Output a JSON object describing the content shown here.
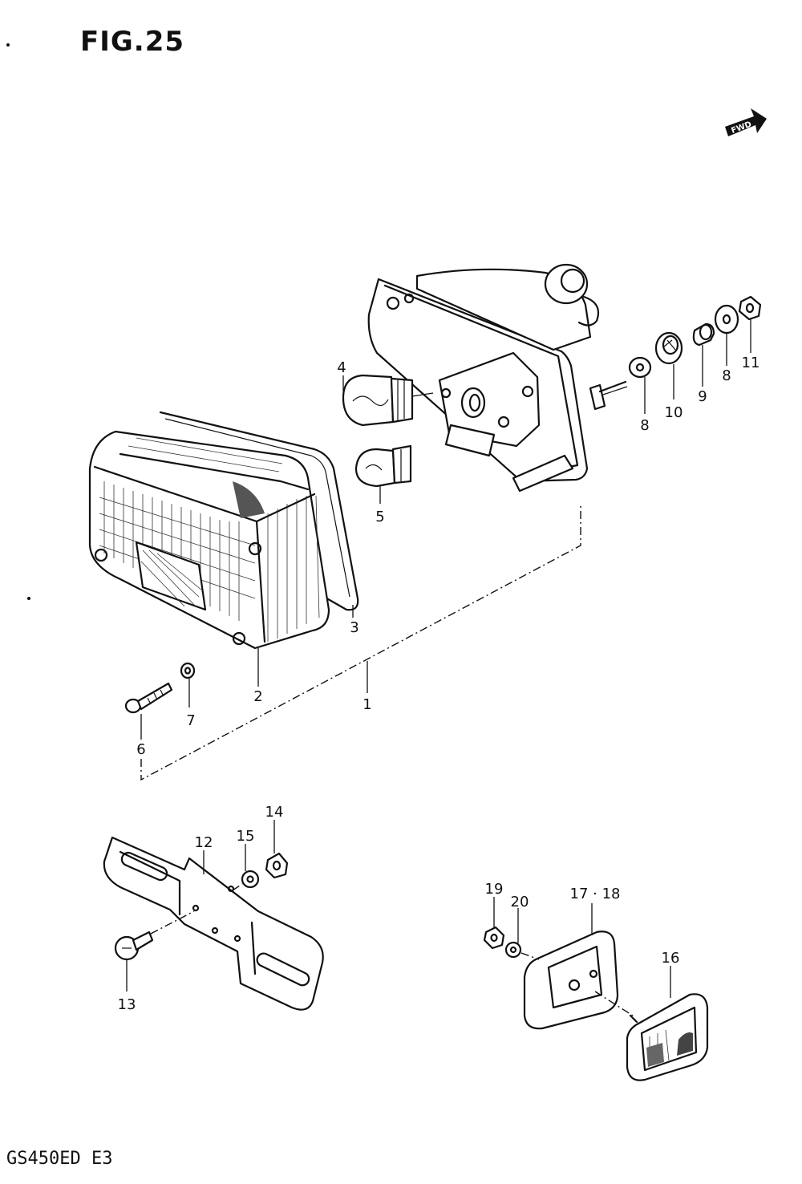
{
  "figure": {
    "title": "FIG.25",
    "model_code": "GS450ED  E3",
    "direction_badge": "FWD"
  },
  "callouts": [
    {
      "id": "c1",
      "label": "1"
    },
    {
      "id": "c2",
      "label": "2"
    },
    {
      "id": "c3",
      "label": "3"
    },
    {
      "id": "c4",
      "label": "4"
    },
    {
      "id": "c5",
      "label": "5"
    },
    {
      "id": "c6",
      "label": "6"
    },
    {
      "id": "c7",
      "label": "7"
    },
    {
      "id": "c8a",
      "label": "8"
    },
    {
      "id": "c8b",
      "label": "8"
    },
    {
      "id": "c9",
      "label": "9"
    },
    {
      "id": "c10",
      "label": "10"
    },
    {
      "id": "c11",
      "label": "11"
    },
    {
      "id": "c12",
      "label": "12"
    },
    {
      "id": "c13",
      "label": "13"
    },
    {
      "id": "c14",
      "label": "14"
    },
    {
      "id": "c15",
      "label": "15"
    },
    {
      "id": "c16",
      "label": "16"
    },
    {
      "id": "c17",
      "label": "17 · 18"
    },
    {
      "id": "c19",
      "label": "19"
    },
    {
      "id": "c20",
      "label": "20"
    }
  ]
}
